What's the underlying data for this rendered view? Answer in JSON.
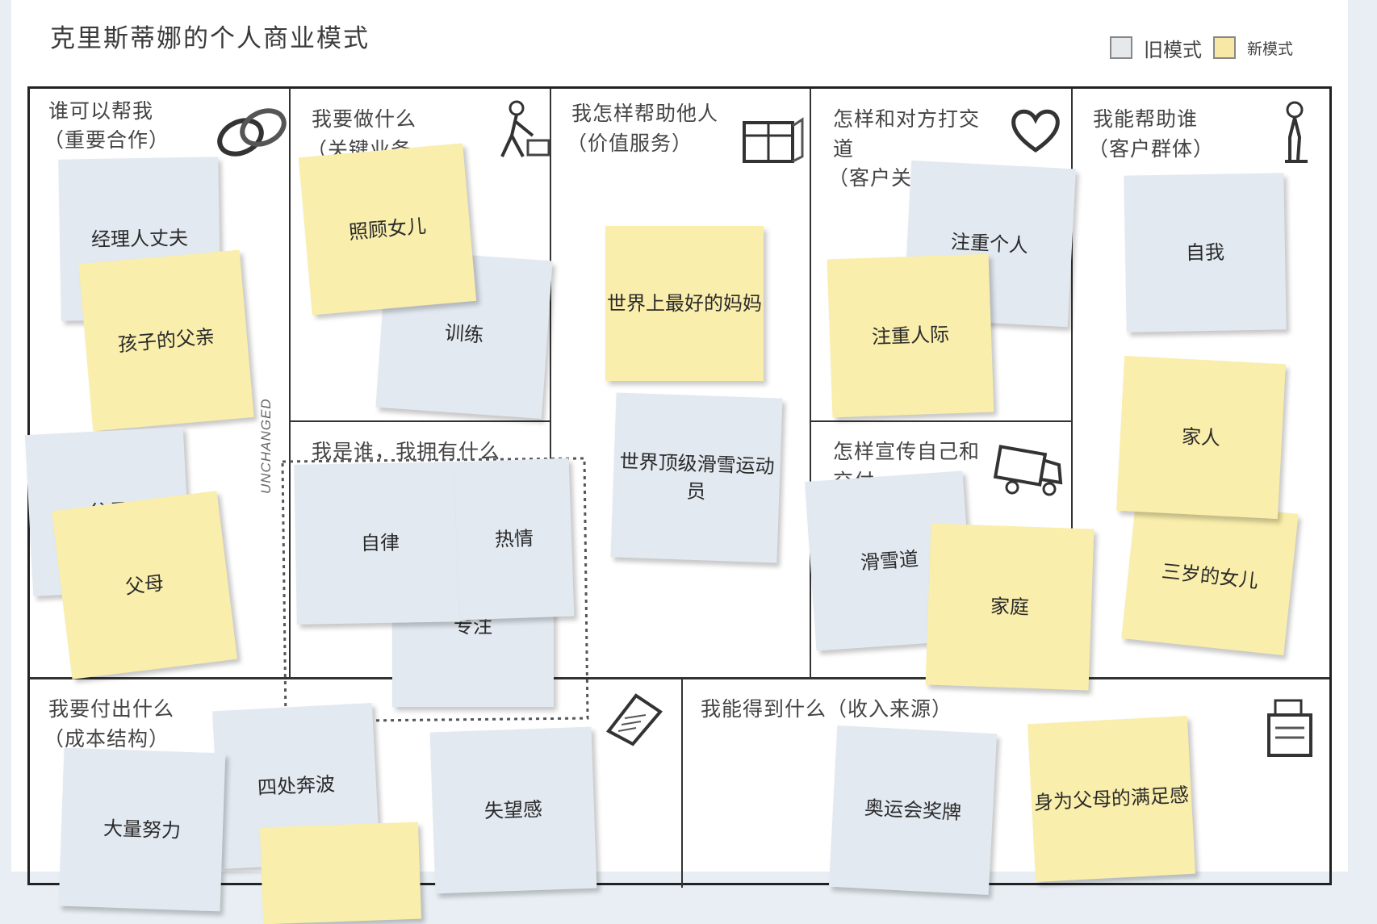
{
  "title": "克里斯蒂娜的个人商业模式",
  "legend": {
    "old_label": "旧模式",
    "new_label": "新模式"
  },
  "sections": {
    "key_partners": {
      "title": "谁可以帮我",
      "subtitle": "（重要合作）"
    },
    "key_activities": {
      "title": "我要做什么",
      "subtitle": "（关键业务"
    },
    "value": {
      "title": "我怎样帮助他人",
      "subtitle": "（价值服务）"
    },
    "relationships": {
      "title": "怎样和对方打交",
      "title2": "道",
      "subtitle": "（客户关"
    },
    "customers": {
      "title": "我能帮助谁",
      "subtitle": "（客户群体）"
    },
    "resources": {
      "title": "我是谁，我拥有什么"
    },
    "channels": {
      "title": "怎样宣传自己和",
      "title2": "交付"
    },
    "costs": {
      "title": "我要付出什么",
      "subtitle": "（成本结构）"
    },
    "revenue": {
      "title": "我能得到什么（收入来源）"
    }
  },
  "unchanged_label": "UNCHANGED",
  "notes": {
    "partners_old_1": "经理人丈夫",
    "partners_new_1": "孩子的父亲",
    "partners_old_2": "父母",
    "partners_new_2": "父母",
    "activities_new_1": "照顾女儿",
    "activities_old_1": "训练",
    "value_new_1": "世界上最好的妈妈",
    "value_old_1": "世界顶级滑雪运动员",
    "rel_old_1": "注重个人",
    "rel_new_1": "注重人际",
    "cust_old_1": "自我",
    "cust_new_1": "家人",
    "cust_new_2": "三岁的女儿",
    "res_1": "自律",
    "res_2": "热情",
    "res_3": "专注",
    "chan_old_1": "滑雪道",
    "chan_new_1": "家庭",
    "cost_old_1": "四处奔波",
    "cost_old_2": "大量努力",
    "cost_old_3": "失望感",
    "rev_old_1": "奥运会奖牌",
    "rev_new_1": "身为父母的满足感"
  },
  "colors": {
    "old_note": "#e3e9f1",
    "new_note": "#f9eeab",
    "border": "#222222"
  }
}
